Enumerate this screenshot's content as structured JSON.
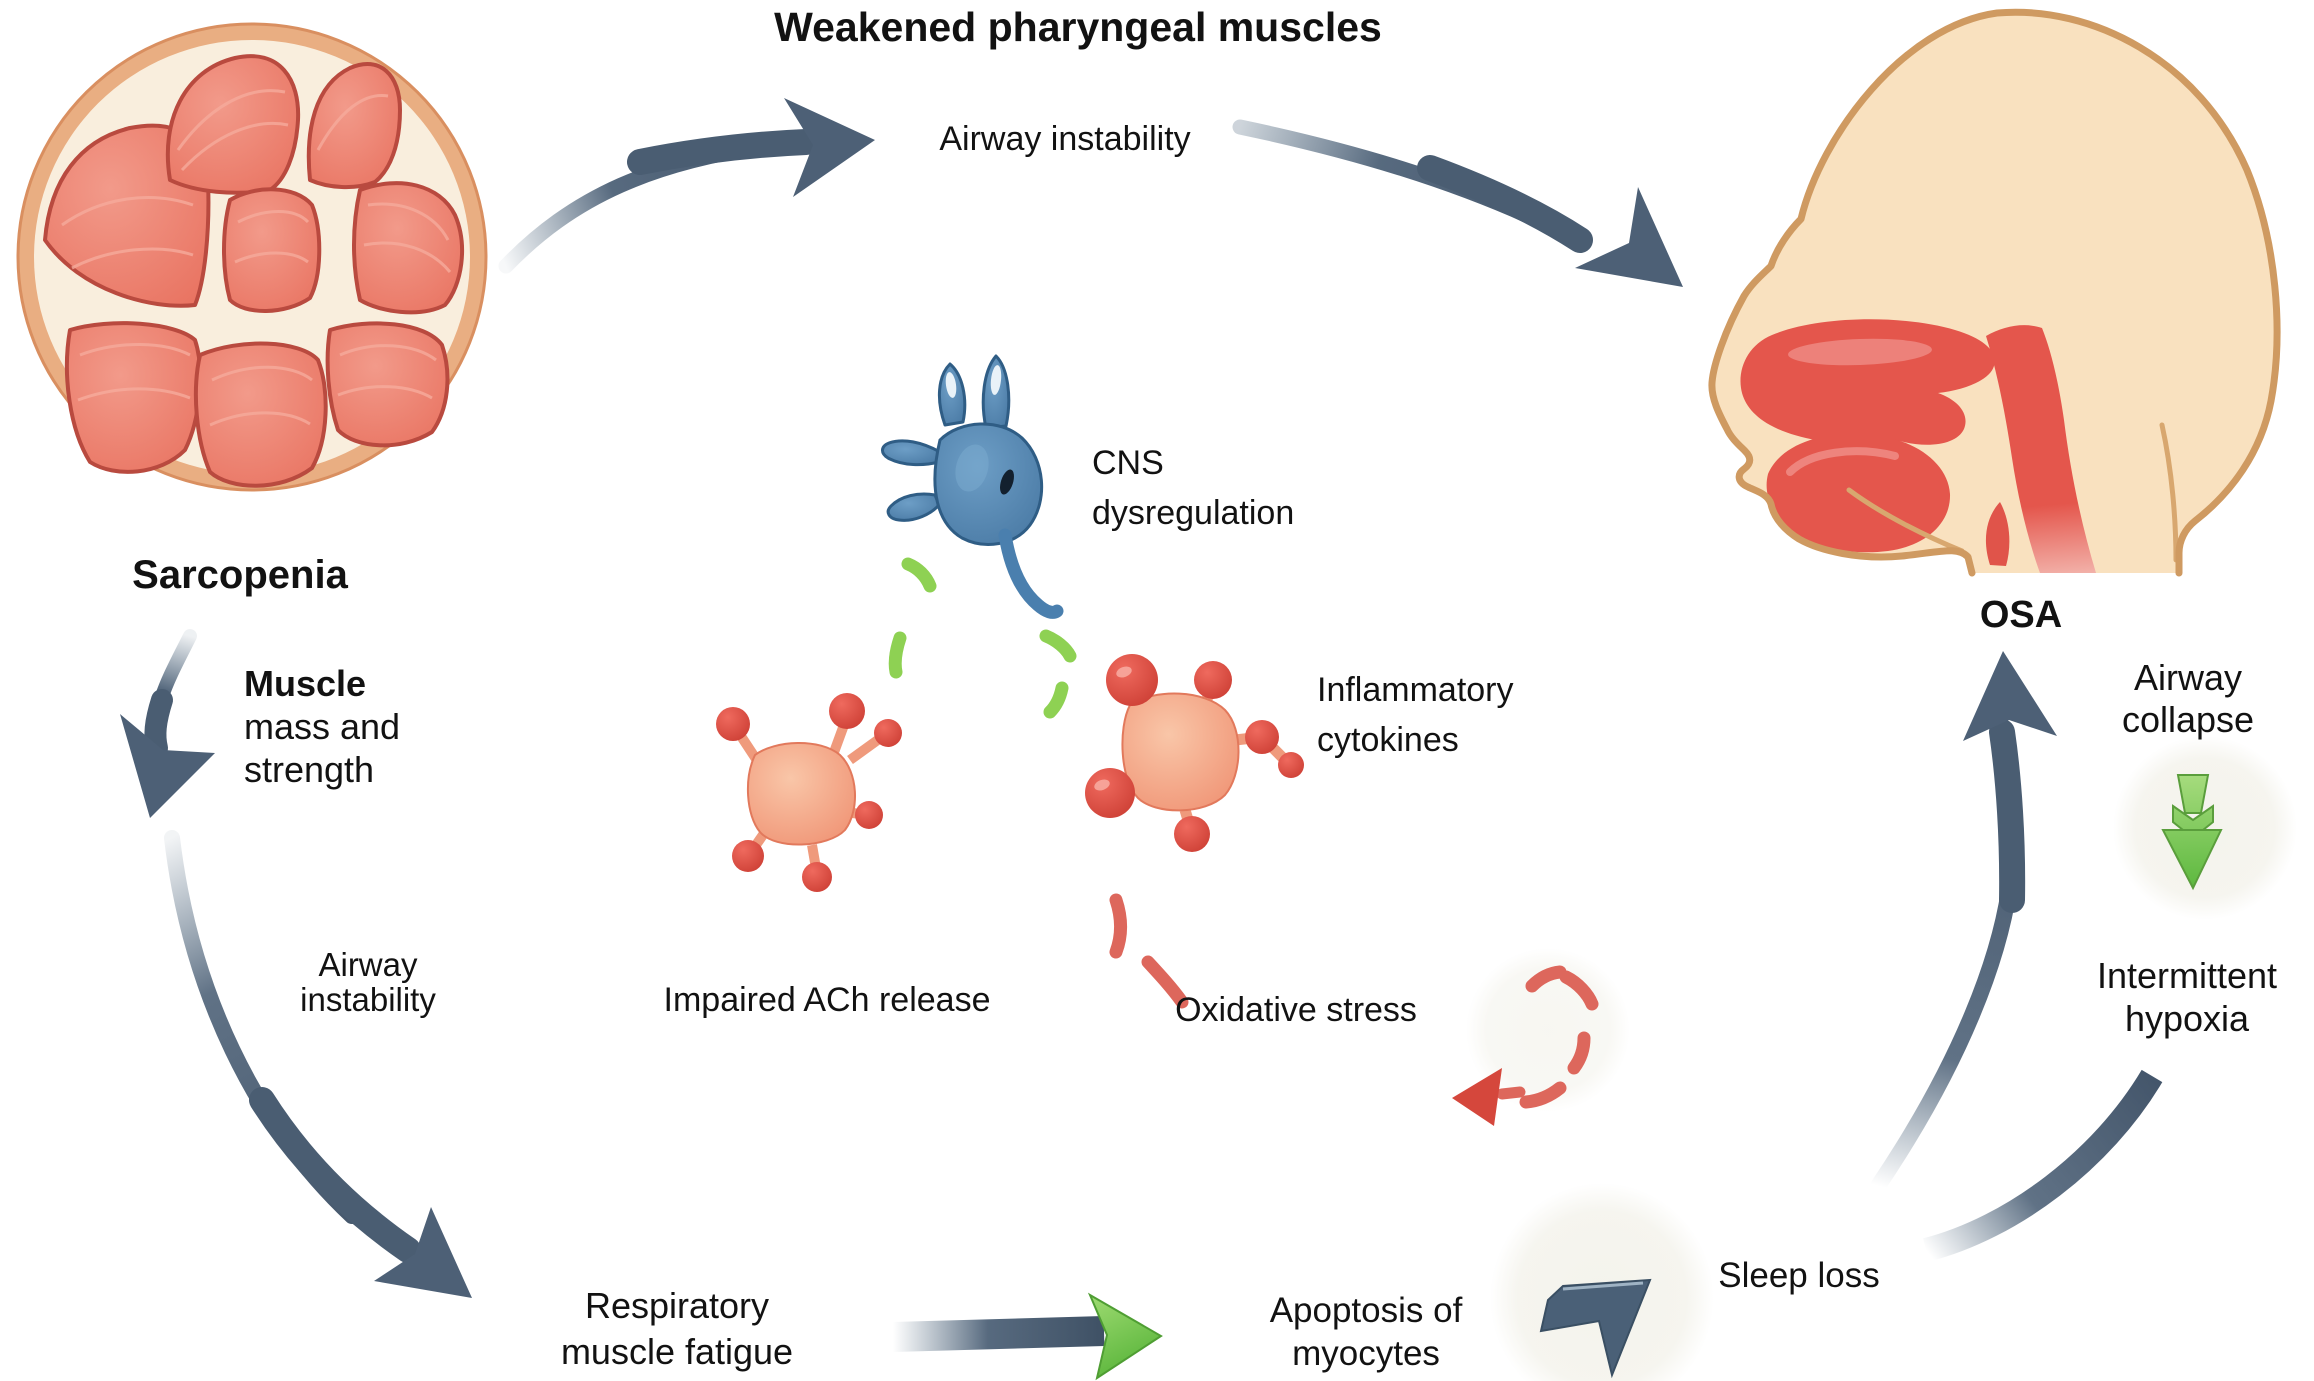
{
  "title": "Weakened pharyngeal muscles",
  "labels": {
    "sarcopenia": "Sarcopenia",
    "osa": "OSA",
    "airway_instability_top": "Airway instability",
    "cns_dysregulation": "CNS\ndysregulation",
    "inflammatory_cytokines": "Inflammatory\ncytokines",
    "impaired_ach_release": "Impaired ACh release",
    "oxidative_stress": "Oxidative stress",
    "muscle_bold": "Muscle",
    "muscle_rest": "mass and\nstrength",
    "airway_instability_left": "Airway\ninstability",
    "respiratory_muscle_fatigue": "Respiratory\nmuscle fatigue",
    "apoptosis_of_myocytes": "Apoptosis of\nmyocytes",
    "sleep_loss": "Sleep loss",
    "airway_collapse": "Airway\ncollapse",
    "intermittent_hypoxia": "Intermittent\nhypoxia"
  },
  "colors": {
    "arrow_slate": "#4b5f75",
    "green_accent": "#5cb83e",
    "red_dash": "#dd675c",
    "muscle_salmon": "#ec7f6f",
    "muscle_ring": "#f9eedd",
    "tan_outline": "#cf9a61",
    "skin": "#f9e1bf",
    "airway_red": "#e4564c",
    "neuron_blue": "#4a7fae",
    "vesicle_green": "#8ed153",
    "text": "#111111"
  }
}
